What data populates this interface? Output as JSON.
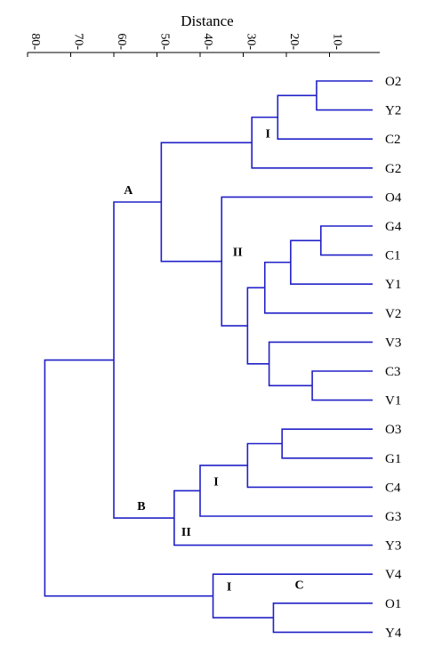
{
  "axis": {
    "title": "Distance",
    "ticks": [
      80,
      70,
      60,
      50,
      40,
      30,
      20,
      10
    ],
    "tick_labels": [
      "80-",
      "70-",
      "60-",
      "50-",
      "40-",
      "30-",
      "20-",
      "10-"
    ],
    "range": [
      0,
      80
    ]
  },
  "colors": {
    "tree": "#2020c8",
    "axis": "#000000"
  },
  "leaves": [
    "O2",
    "Y2",
    "C2",
    "G2",
    "O4",
    "G4",
    "C1",
    "Y1",
    "V2",
    "V3",
    "C3",
    "V1",
    "O3",
    "G1",
    "C4",
    "G3",
    "Y3",
    "V4",
    "O1",
    "Y4"
  ],
  "chart_data": {
    "type": "dendrogram",
    "xlabel": "Distance",
    "xlim": [
      0,
      80
    ],
    "leaves": [
      "O2",
      "Y2",
      "C2",
      "G2",
      "O4",
      "G4",
      "C1",
      "Y1",
      "V2",
      "V3",
      "C3",
      "V1",
      "O3",
      "G1",
      "C4",
      "G3",
      "Y3",
      "V4",
      "O1",
      "Y4"
    ],
    "merges": [
      {
        "id": "n1",
        "children": [
          "O2",
          "Y2"
        ],
        "height": 13
      },
      {
        "id": "n2",
        "children": [
          "n1",
          "C2"
        ],
        "height": 22
      },
      {
        "id": "n3",
        "children": [
          "n2",
          "G2"
        ],
        "height": 28
      },
      {
        "id": "n4",
        "children": [
          "G4",
          "C1"
        ],
        "height": 12
      },
      {
        "id": "n5",
        "children": [
          "n4",
          "Y1"
        ],
        "height": 19
      },
      {
        "id": "n6",
        "children": [
          "n5",
          "V2"
        ],
        "height": 25
      },
      {
        "id": "n7",
        "children": [
          "C3",
          "V1"
        ],
        "height": 14
      },
      {
        "id": "n8",
        "children": [
          "V3",
          "n7"
        ],
        "height": 24
      },
      {
        "id": "n9",
        "children": [
          "n6",
          "n8"
        ],
        "height": 29
      },
      {
        "id": "n10",
        "children": [
          "O4",
          "n9"
        ],
        "height": 35
      },
      {
        "id": "n11",
        "children": [
          "n3",
          "n10"
        ],
        "height": 49
      },
      {
        "id": "n12",
        "children": [
          "O3",
          "G1"
        ],
        "height": 21
      },
      {
        "id": "n13",
        "children": [
          "n12",
          "C4"
        ],
        "height": 29
      },
      {
        "id": "n14",
        "children": [
          "n13",
          "G3"
        ],
        "height": 40
      },
      {
        "id": "n15",
        "children": [
          "n14",
          "Y3"
        ],
        "height": 46
      },
      {
        "id": "n16",
        "children": [
          "n11",
          "n15"
        ],
        "height": 60
      },
      {
        "id": "n17",
        "children": [
          "O1",
          "Y4"
        ],
        "height": 23
      },
      {
        "id": "n18",
        "children": [
          "V4",
          "n17"
        ],
        "height": 37
      },
      {
        "id": "n19",
        "children": [
          "n16",
          "n18"
        ],
        "height": 76
      }
    ],
    "annotations": [
      {
        "text": "A",
        "node": "n11",
        "offset": "upper-left"
      },
      {
        "text": "I",
        "node": "n3",
        "offset": "upper-left"
      },
      {
        "text": "II",
        "node": "n10",
        "offset": "upper-left"
      },
      {
        "text": "B",
        "node": "n15",
        "offset": "upper-left"
      },
      {
        "text": "I",
        "node": "n14",
        "offset": "upper-left"
      },
      {
        "text": "II",
        "node": "n15",
        "offset": "lower-right"
      },
      {
        "text": "C",
        "node": "n18",
        "offset": "upper-left-far"
      },
      {
        "text": "I",
        "node": "n18",
        "offset": "upper-left"
      }
    ]
  }
}
